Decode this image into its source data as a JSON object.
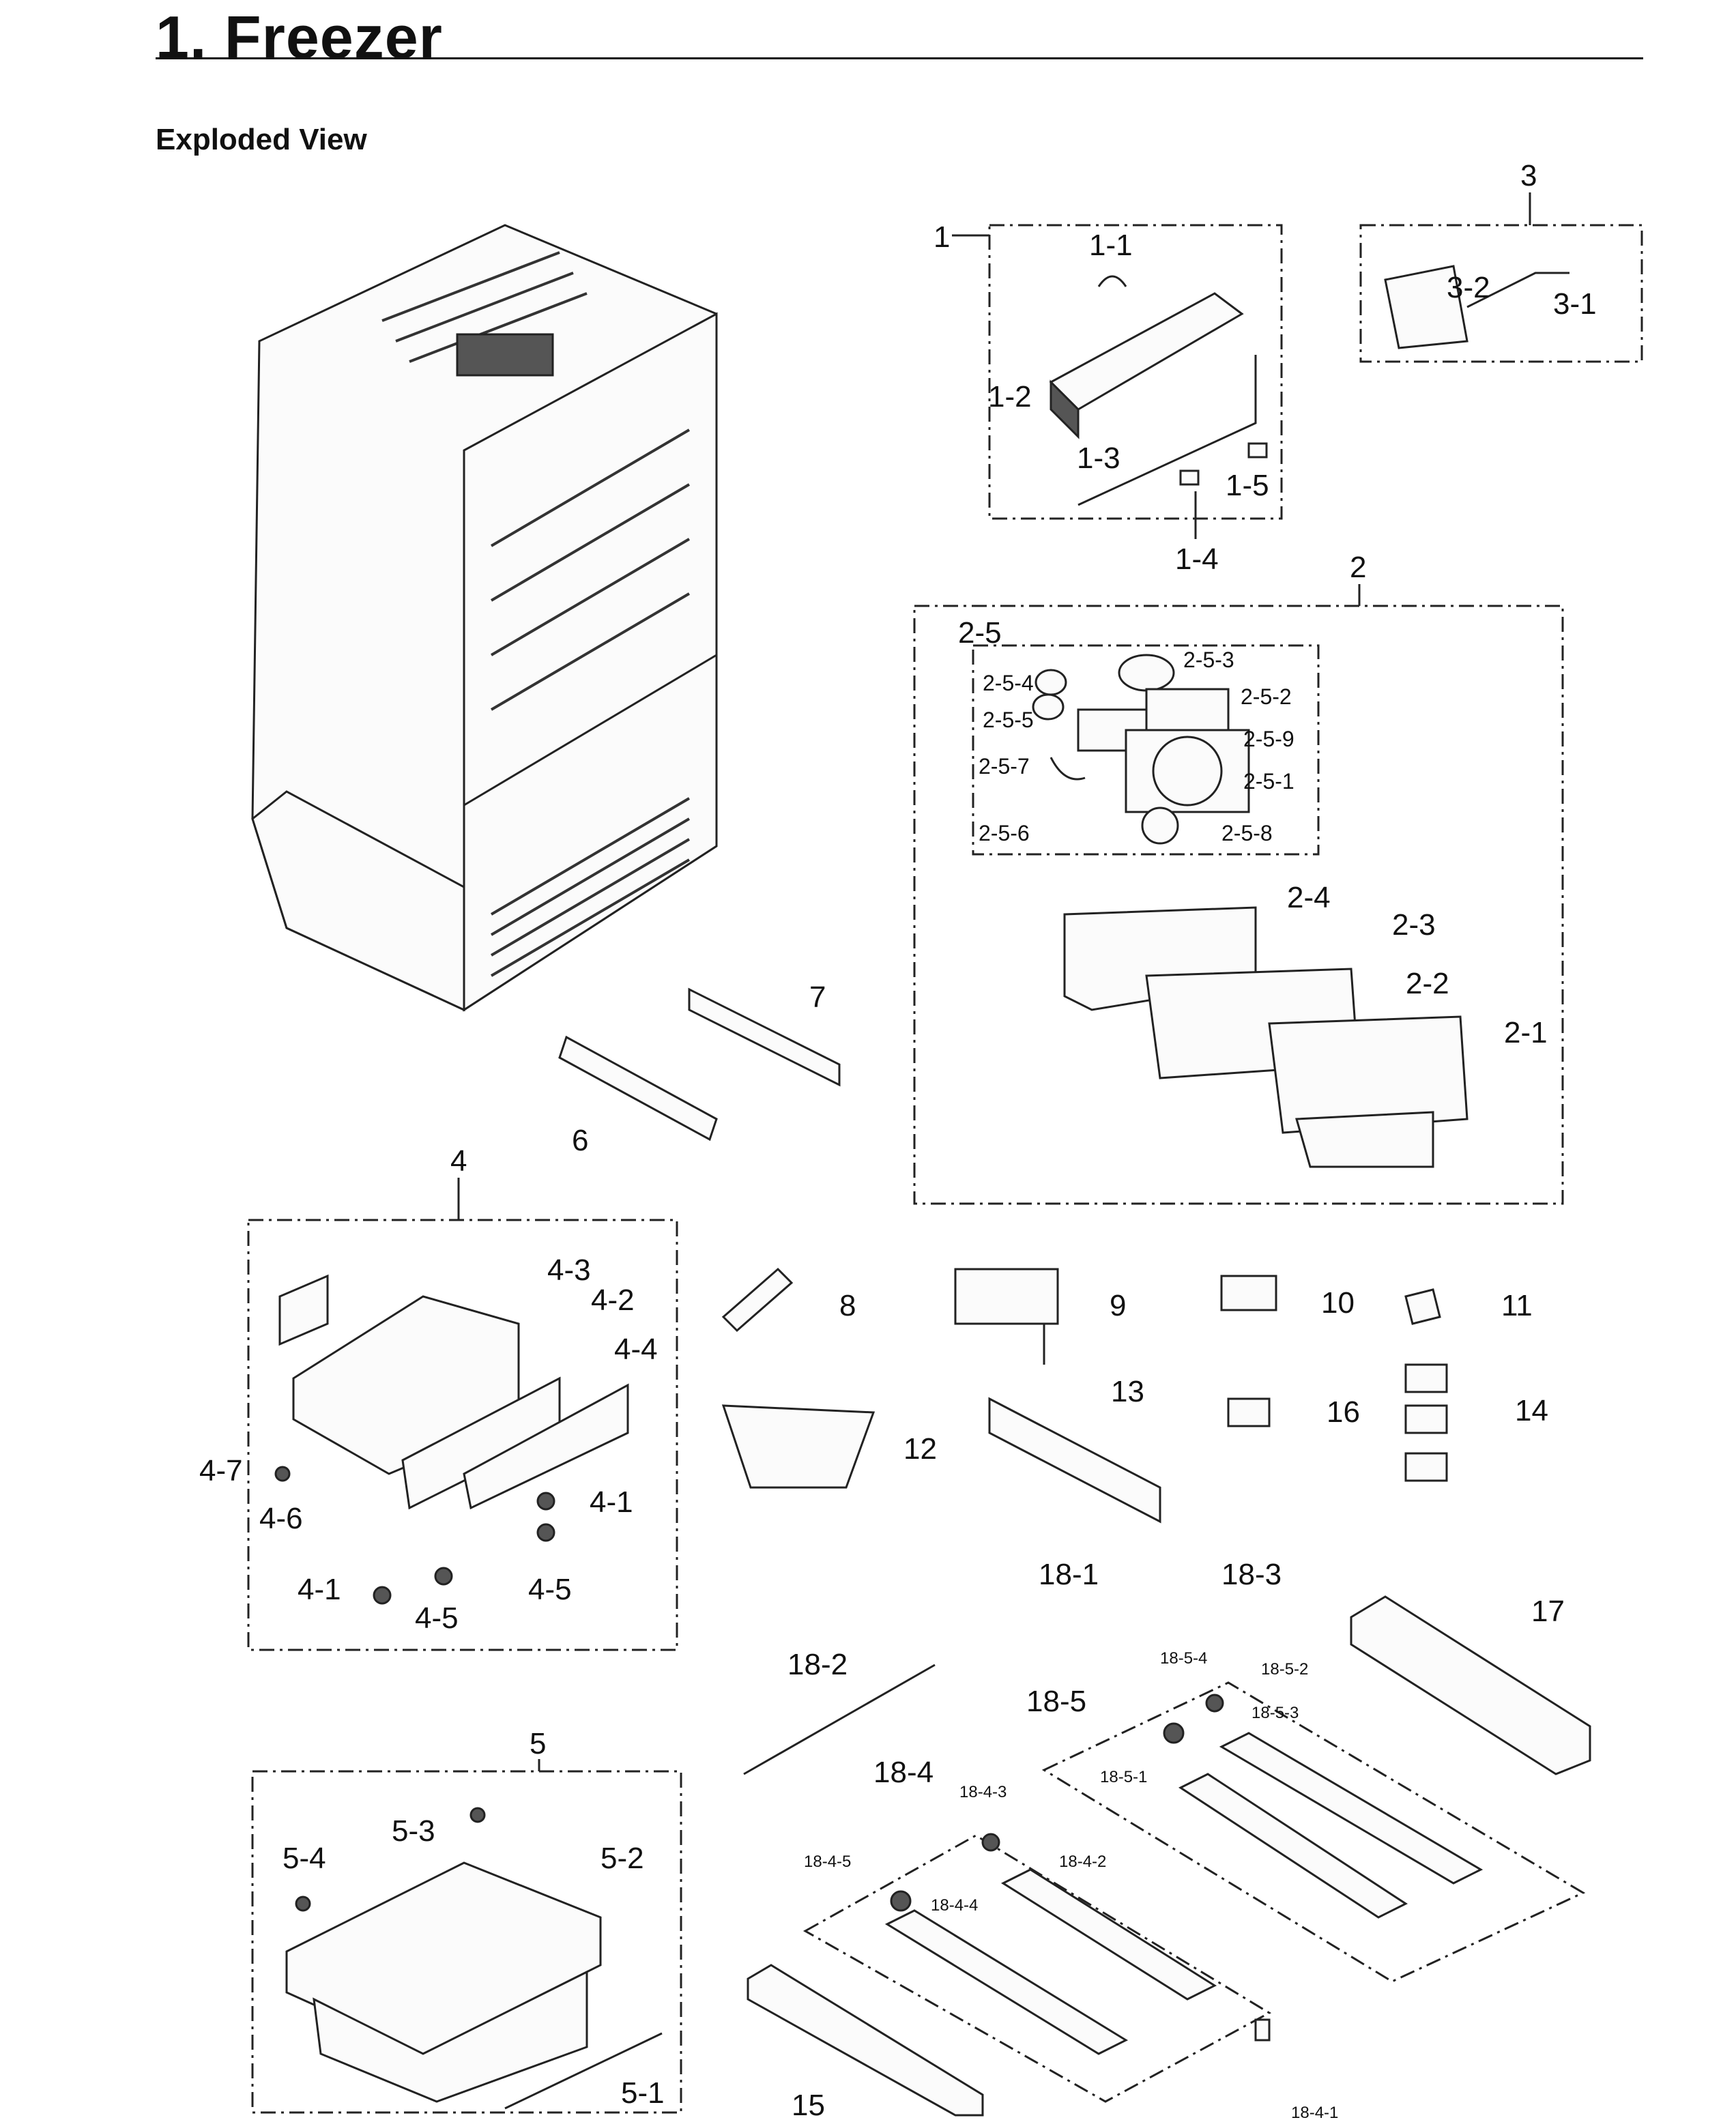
{
  "header": {
    "title": "1.  Freezer",
    "subtitle": "Exploded View"
  },
  "labels": {
    "p1": "1",
    "p1_1": "1-1",
    "p1_2": "1-2",
    "p1_3": "1-3",
    "p1_4": "1-4",
    "p1_5": "1-5",
    "p2": "2",
    "p2_1": "2-1",
    "p2_2": "2-2",
    "p2_3": "2-3",
    "p2_4": "2-4",
    "p2_5": "2-5",
    "p2_5_1": "2-5-1",
    "p2_5_2": "2-5-2",
    "p2_5_3": "2-5-3",
    "p2_5_4": "2-5-4",
    "p2_5_5": "2-5-5",
    "p2_5_6": "2-5-6",
    "p2_5_7": "2-5-7",
    "p2_5_8": "2-5-8",
    "p2_5_9": "2-5-9",
    "p3": "3",
    "p3_1": "3-1",
    "p3_2": "3-2",
    "p4": "4",
    "p4_1a": "4-1",
    "p4_1b": "4-1",
    "p4_2": "4-2",
    "p4_3": "4-3",
    "p4_4": "4-4",
    "p4_5a": "4-5",
    "p4_5b": "4-5",
    "p4_6": "4-6",
    "p4_7": "4-7",
    "p5": "5",
    "p5_1": "5-1",
    "p5_2": "5-2",
    "p5_3": "5-3",
    "p5_4": "5-4",
    "p6": "6",
    "p7": "7",
    "p8": "8",
    "p9": "9",
    "p10": "10",
    "p11": "11",
    "p12": "12",
    "p13": "13",
    "p14": "14",
    "p15": "15",
    "p16": "16",
    "p17": "17",
    "p18_1": "18-1",
    "p18_2": "18-2",
    "p18_3": "18-3",
    "p18_4": "18-4",
    "p18_4_1": "18-4-1",
    "p18_4_2": "18-4-2",
    "p18_4_3": "18-4-3",
    "p18_4_4": "18-4-4",
    "p18_4_5": "18-4-5",
    "p18_5": "18-5",
    "p18_5_1": "18-5-1",
    "p18_5_2": "18-5-2",
    "p18_5_3": "18-5-3",
    "p18_5_4": "18-5-4"
  }
}
